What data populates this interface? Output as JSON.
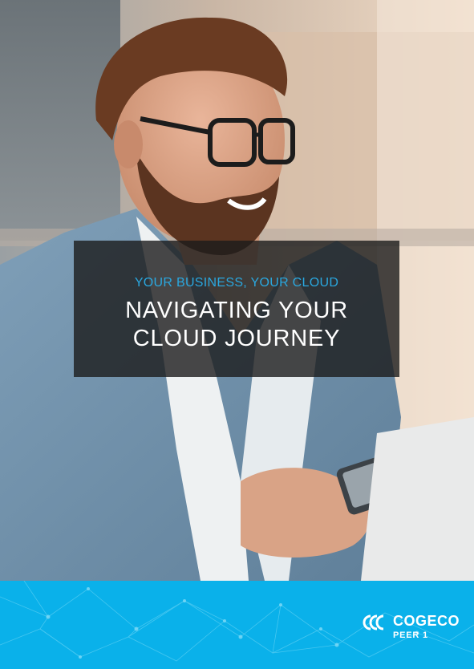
{
  "cover": {
    "kicker": "YOUR BUSINESS, YOUR CLOUD",
    "headline_line1": "NAVIGATING YOUR",
    "headline_line2": "CLOUD JOURNEY"
  },
  "brand": {
    "name": "COGECO",
    "sub": "PEER 1",
    "logo_icon": "cogeco-mark-icon",
    "footer_color": "#0ab1ea",
    "accent_color": "#2aa8e0"
  }
}
